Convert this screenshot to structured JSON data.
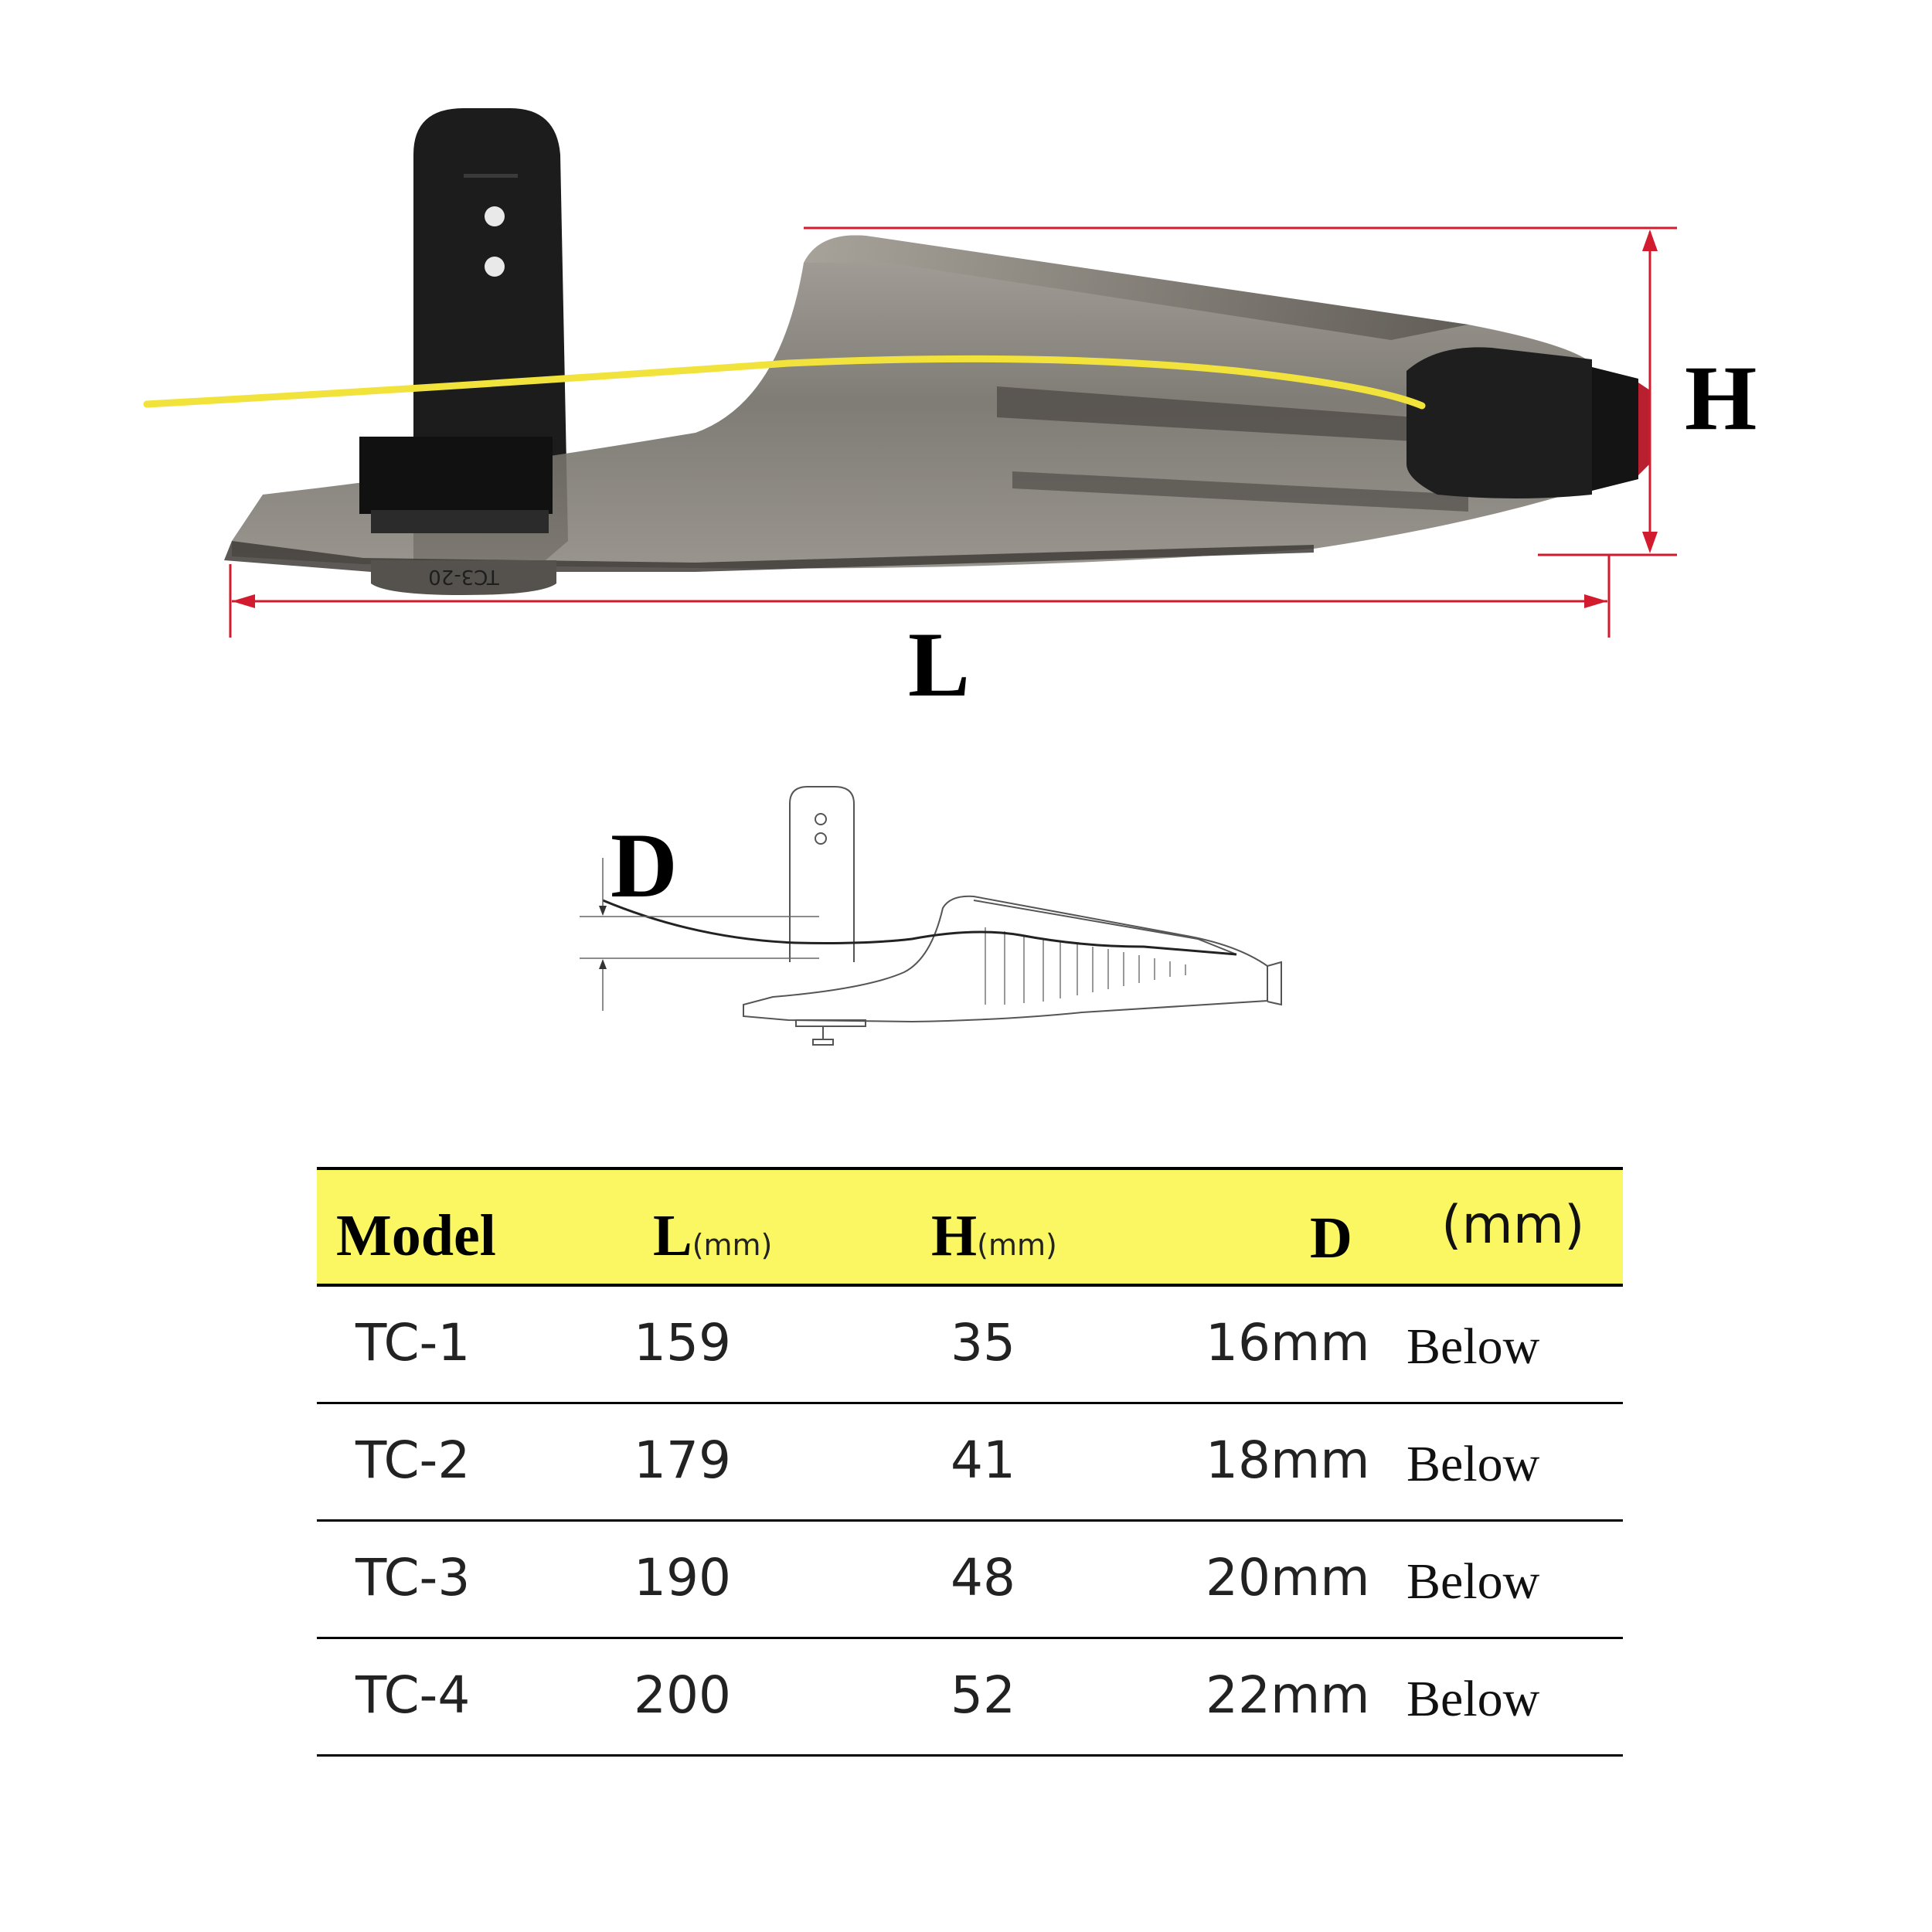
{
  "photo": {
    "length_label": "L",
    "height_label": "H",
    "stamp_text": "TC3-20",
    "colors": {
      "dimension_line": "#d21b2e",
      "wire": "#f2e33c",
      "body": "#6b6760",
      "strap": "#1c1c1c"
    }
  },
  "diagram": {
    "depth_label": "D"
  },
  "table": {
    "header": {
      "model": "Model",
      "length": "L",
      "length_unit": "(mm)",
      "height": "H",
      "height_unit": "(mm)",
      "depth": "D",
      "depth_unit": "(mm)"
    },
    "header_color": "#faf762",
    "rows": [
      {
        "model": "TC-1",
        "length": "159",
        "height": "35",
        "depth": "16mm",
        "note": "Below"
      },
      {
        "model": "TC-2",
        "length": "179",
        "height": "41",
        "depth": "18mm",
        "note": "Below"
      },
      {
        "model": "TC-3",
        "length": "190",
        "height": "48",
        "depth": "20mm",
        "note": "Below"
      },
      {
        "model": "TC-4",
        "length": "200",
        "height": "52",
        "depth": "22mm",
        "note": "Below"
      }
    ]
  }
}
